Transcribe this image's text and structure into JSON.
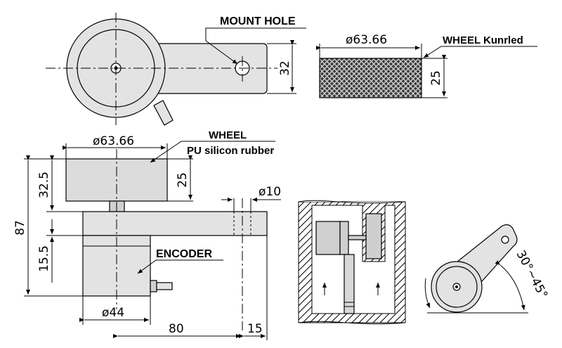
{
  "labels": {
    "mount_hole": "MOUNT HOLE",
    "wheel_knurled": "WHEEL  Kunrled",
    "wheel": "WHEEL",
    "wheel_material": "PU silicon rubber",
    "encoder": "ENCODER"
  },
  "dimensions": {
    "top_height": "32",
    "knurl_diameter": "ø63.66",
    "knurl_width": "25",
    "wheel_diameter": "ø63.66",
    "wheel_width": "25",
    "hole_diameter": "ø10",
    "overall_height": "87",
    "wheel_offset": "32.5",
    "arm_offset": "15.5",
    "encoder_diameter": "ø44",
    "length_80": "80",
    "length_15": "15",
    "angle_range": "30°~45°"
  },
  "colors": {
    "part_fill": "#e3e3e3",
    "part_fill_dark": "#cfcfcf",
    "line": "#000000",
    "knurl_fill": "#555555"
  }
}
